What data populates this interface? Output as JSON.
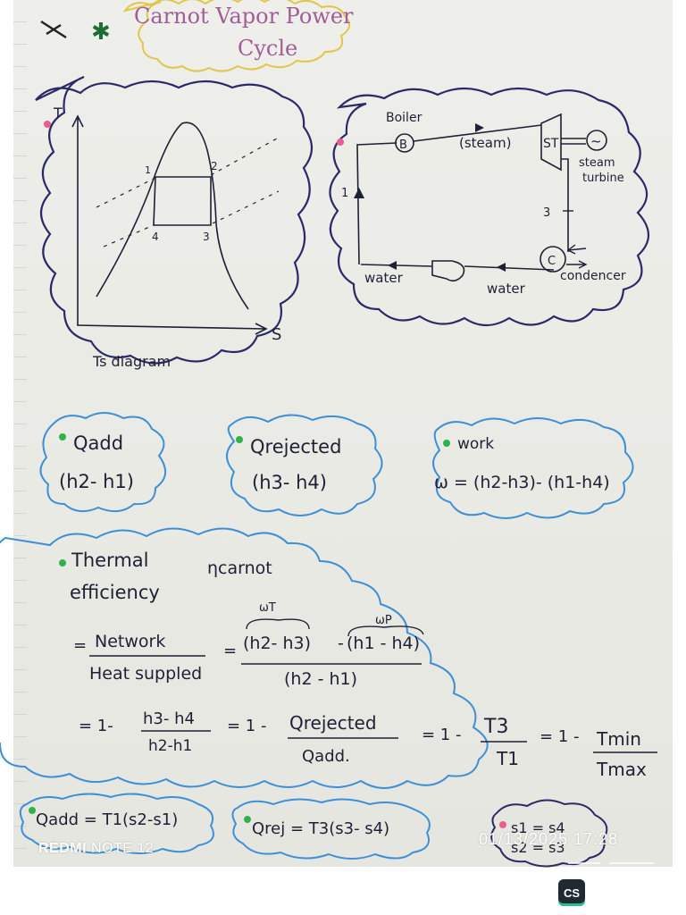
{
  "title": {
    "line1": "Carnot Vapor Power",
    "line2": "Cycle"
  },
  "ts_diagram": {
    "axis_t": "T",
    "axis_s": "S",
    "point_1": "1",
    "point_2": "2",
    "point_3": "3",
    "point_4": "4",
    "caption": "Ts diagram"
  },
  "circuit": {
    "boiler_label": "Boiler",
    "boiler_symbol": "B",
    "steam_label": "(steam)",
    "turbine_symbol": "ST",
    "generator_symbol": "~",
    "turbine_label_1": "steam",
    "turbine_label_2": "turbine",
    "point_3": "3",
    "point_1": "1",
    "condenser_symbol": "C",
    "condenser_label": "condencer",
    "water_left": "water",
    "water_bottom": "water"
  },
  "q_add": {
    "title": "Qadd",
    "formula": "(h2- h1)"
  },
  "q_rejected": {
    "title": "Qrejected",
    "formula": "(h3- h4)"
  },
  "work": {
    "title": "work",
    "formula": "ω = (h2-h3)- (h1-h4)"
  },
  "efficiency": {
    "heading_1": "Thermal",
    "heading_2": "efficiency",
    "eta": "ηcarnot",
    "eq": "=",
    "network": "Network",
    "heat_supplied": "Heat suppled",
    "wt": "ωT",
    "wp": "ωP",
    "num_1": "(h2- h3)",
    "minus": "-",
    "num_2": "(h1 - h4)",
    "den": "(h2 - h1)",
    "one_minus": "= 1-",
    "frac_h_num": "h3- h4",
    "frac_h_den": "h2-h1",
    "frac_q_num": "Qrejected",
    "frac_q_den": "Qadd.",
    "frac_t_num": "T3",
    "frac_t_den": "T1",
    "frac_m_num": "Tmin",
    "frac_m_den": "Tmax",
    "eq_one_minus_2": "= 1 -",
    "eq_one_minus_3": "= 1 -",
    "eq_one_minus_4": "= 1 -"
  },
  "q_add_entropy": "Qadd = T1(s2-s1)",
  "q_rej_entropy": "Qrej = T3(s3- s4)",
  "entropy_eq_1": "s1 = s4",
  "entropy_eq_2": "s2 = s3",
  "overlay": {
    "brand_bold": "REDMI",
    "brand_rest": " NOTE 12",
    "timestamp": "01/13/2025  17:28",
    "app_icon": "CS"
  },
  "colors": {
    "ink": "#1e2035",
    "title_ink": "#a25d97",
    "cloud_dark": "#2a2a6a",
    "cloud_blue": "#3d8fd6",
    "cloud_yellow": "#e2c64b",
    "dot_pink": "#ef5b8f",
    "dot_green": "#2fb24b",
    "star_green": "#1f6d35"
  }
}
